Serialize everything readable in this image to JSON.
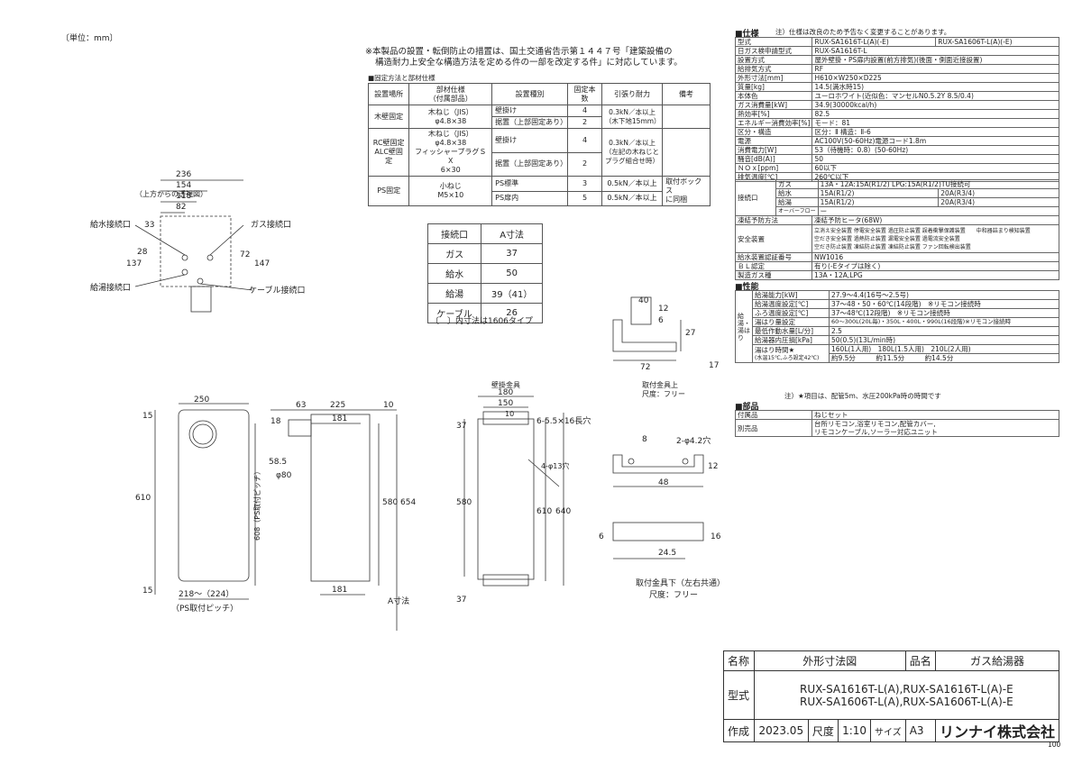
{
  "unit": "〔単位：mm〕",
  "notice_lines": [
    "※本製品の設置・転倒防止の措置は、国土交通省告示第１４４７号「建築設備の",
    "構造耐力上安全な構造方法を定める件の一部を改定する件」に対応しています。"
  ],
  "fixing": {
    "title": "■固定方法と部材仕様",
    "headers": [
      "設置場所",
      "部材仕様\n（付属部品）",
      "設置種別",
      "固定本数",
      "引張り耐力",
      "備考"
    ],
    "rows": [
      [
        "木壁固定",
        "木ねじ（JIS）\nφ4.8×38",
        "壁掛け",
        "4",
        "0.3kN／本以上\n（木下地15mm）",
        ""
      ],
      [
        "",
        "",
        "据置（上部固定あり）",
        "2",
        "",
        ""
      ],
      [
        "RC壁固定\nALC壁固定",
        "木ねじ（JIS）\nφ4.8×38\nフィッシャープラグＳＸ\n6×30",
        "壁掛け",
        "4",
        "0.3kN／本以上\n（左記の木ねじと\nプラグ組合せ時）",
        ""
      ],
      [
        "",
        "",
        "据置（上部固定あり）",
        "2",
        "",
        ""
      ],
      [
        "PS固定",
        "小ねじ\nM5×10",
        "PS標準",
        "3",
        "0.5kN／本以上",
        "取付ボックス\nに同梱"
      ],
      [
        "",
        "",
        "PS扉内",
        "5",
        "0.5kN／本以上",
        ""
      ]
    ]
  },
  "connection": {
    "headers": [
      "接続口",
      "A寸法"
    ],
    "rows": [
      [
        "ガス",
        "37"
      ],
      [
        "給水",
        "50"
      ],
      [
        "給湯",
        "39（41）"
      ],
      [
        "ケーブル",
        "26"
      ]
    ],
    "note": "〔　〕内寸法は1606タイプ"
  },
  "top_view": {
    "caption": "（上方からの透視図）",
    "dims": [
      "236",
      "154",
      "118",
      "82",
      "33",
      "28",
      "137",
      "72",
      "147"
    ],
    "labels": [
      "給水接続口",
      "ガス接続口",
      "給湯接続口",
      "ケーブル接続口"
    ]
  },
  "front_view": {
    "dims": [
      "250",
      "15",
      "610",
      "15",
      "608（PS取付ピッチ）",
      "218～（224）"
    ],
    "caption": "（PS取付ピッチ）"
  },
  "side_view": {
    "dims": [
      "63",
      "225",
      "10",
      "181",
      "18",
      "58.5",
      "φ80",
      "580",
      "654",
      "181",
      "A寸法"
    ]
  },
  "bracket_view": {
    "title": "壁掛金具",
    "dims": [
      "180",
      "150",
      "10",
      "6-5.5×16長穴",
      "4-φ13穴",
      "37",
      "580",
      "610",
      "640",
      "37"
    ]
  },
  "small_bracket": {
    "dims": [
      "40",
      "12",
      "6",
      "27",
      "72",
      "17"
    ],
    "caption1": "取付金具上",
    "caption2": "尺度：フリー"
  },
  "bracket_bottom": {
    "dims": [
      "8",
      "2-φ4.2穴",
      "12",
      "48",
      "6",
      "16",
      "24.5"
    ],
    "caption1": "取付金具下（左右共通）",
    "caption2": "尺度：フリー"
  },
  "spec": {
    "title": "■仕様",
    "note": "注）仕様は改良のため予告なく変更することがあります。",
    "rows": [
      [
        "型式",
        "RUX-SA1616T-L(A)(-E)",
        "RUX-SA1606T-L(A)(-E)"
      ],
      [
        "日ガス検申請型式",
        "RUX-SA1616T-L",
        ""
      ],
      [
        "設置方式",
        "屋外壁掛・PS扉内設置(前方排気)(後面・側面近接設置)",
        ""
      ],
      [
        "給排気方式",
        "RF",
        ""
      ],
      [
        "外形寸法[mm]",
        "H610×W250×D225",
        ""
      ],
      [
        "質量[kg]",
        "14.5(満水時15)",
        ""
      ],
      [
        "本体色",
        "ユーロホワイト(近似色：マンセルN0.5.2Y 8.5/0.4)",
        ""
      ],
      [
        "ガス消費量[kW]",
        "34.9(30000kcal/h)",
        ""
      ],
      [
        "熱効率[%]",
        "82.5",
        ""
      ],
      [
        "エネルギー消費効率[%]",
        "モード：81",
        ""
      ],
      [
        "区分・構造",
        "区分：Ⅱ 構造：Ⅱ-6",
        ""
      ],
      [
        "電源",
        "AC100V(50-60Hz)電源コード1.8m",
        ""
      ],
      [
        "消費電力[W]",
        "53（待機時：0.8）(50-60Hz)",
        ""
      ],
      [
        "騒音[dB(A)]",
        "50",
        ""
      ],
      [
        "ＮＯｘ[ppm]",
        "60以下",
        ""
      ],
      [
        "排気温度[℃]",
        "260℃以下",
        ""
      ]
    ],
    "connect_label": "接続口",
    "connect_rows": [
      [
        "ガス",
        "13A・12A:15A(R1/2) LPG:15A(R1/2)TU接続可",
        ""
      ],
      [
        "給水",
        "15A(R1/2)",
        "20A(R3/4)"
      ],
      [
        "給湯",
        "15A(R1/2)",
        "20A(R3/4)"
      ],
      [
        "オーバーフロー",
        "ー",
        ""
      ]
    ],
    "rows2": [
      [
        "凍結予防方法",
        "凍結予防ヒータ(68W)"
      ]
    ],
    "safety_label": "安全装置",
    "safety_lines": [
      "立消え安全装置 停電安全装置 過圧防止装置 誤着衝撃保護装置　　中和器詰まり検知装置",
      "空だき安全装置 過熱防止装置 漏電安全装置 過電流安全装置",
      "空だき防止装置 凍結防止装置 凍結防止装置 ファン回転検出装置"
    ],
    "rows3": [
      [
        "給水装置認証番号",
        "NW1016"
      ],
      [
        "ＢＬ認定",
        "有り(-Eタイプは除く)"
      ],
      [
        "製造ガス種",
        "13A・12A,LPG"
      ]
    ]
  },
  "perf": {
    "title": "■性能",
    "side_label": "給湯・湯はり",
    "rows": [
      [
        "給湯能力[kW]",
        "27.9～4.4(16号～2.5号)"
      ],
      [
        "給湯温度設定[℃]",
        "37～48・50・60℃(14段階)　※リモコン接続時"
      ],
      [
        "ふろ温度設定[℃]",
        "37～48℃(12段階)　※リモコン接続時"
      ],
      [
        "湯はり量設定",
        "60～300L(20L毎)・350L・400L・990L(16段階)※リモコン接続時"
      ],
      [
        "最低作動水量[L/分]",
        "2.5"
      ],
      [
        "給湯器内圧損[kPa]",
        "50(0.5)(13L/min時)"
      ]
    ],
    "fill_label": "湯はり時間★",
    "fill_sub": "(水温15℃,ふろ設定42℃)",
    "fill_line1": "160L(1人用)　180L(1.5人用)　210L(2人用)",
    "fill_line2": "約9.5分　　　約11.5分　　　約14.5分",
    "note": "注）★項目は、配管5m、水圧200kPa時の時間です"
  },
  "parts": {
    "title": "■部品",
    "rows": [
      [
        "付属品",
        "ねじセット"
      ],
      [
        "別売品",
        "台所リモコン,浴室リモコン,配管カバー,\nリモコンケーブル,ソーラー対応ユニット"
      ]
    ]
  },
  "titleblock": {
    "name_label": "名称",
    "name_value": "外形寸法図",
    "product_label": "品名",
    "product_value": "ガス給湯器",
    "model_label": "型式",
    "model_line1": "RUX-SA1616T-L(A),RUX-SA1616T-L(A)-E",
    "model_line2": "RUX-SA1606T-L(A),RUX-SA1606T-L(A)-E",
    "made_label": "作成",
    "made_value": "2023.05",
    "scale_label": "尺度",
    "scale_value": "1:10",
    "size_label": "サイズ",
    "size_value": "A3",
    "company": "リンナイ株式会社",
    "page_code": "100"
  }
}
